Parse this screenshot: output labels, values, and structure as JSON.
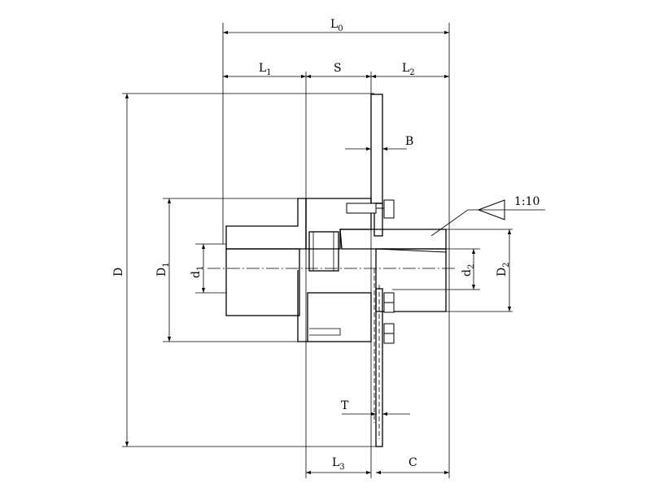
{
  "labels": {
    "L0": {
      "main": "L",
      "sub": "0"
    },
    "L1": {
      "main": "L",
      "sub": "1"
    },
    "S": {
      "main": "S"
    },
    "L2": {
      "main": "L",
      "sub": "2"
    },
    "B": {
      "main": "B"
    },
    "ratio": {
      "main": "1:10"
    },
    "D": {
      "main": "D"
    },
    "D1": {
      "main": "D",
      "sub": "1"
    },
    "d1": {
      "main": "d",
      "sub": "1"
    },
    "d2": {
      "main": "d",
      "sub": "2"
    },
    "D2": {
      "main": "D",
      "sub": "2"
    },
    "T": {
      "main": "T"
    },
    "L3": {
      "main": "L",
      "sub": "3"
    },
    "C": {
      "main": "C"
    }
  }
}
